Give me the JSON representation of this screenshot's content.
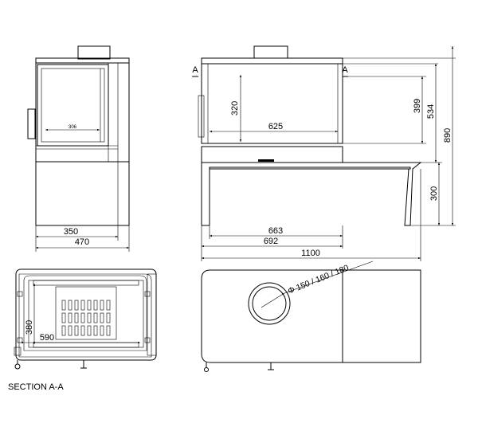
{
  "front_view": {
    "dims": {
      "inner_width": "306",
      "width_350": "350",
      "width_470": "470"
    }
  },
  "side_view": {
    "section_marks": {
      "left": "A",
      "right": "A"
    },
    "dims": {
      "height_320": "320",
      "width_625": "625",
      "height_399": "399",
      "height_534": "534",
      "height_890": "890",
      "height_300": "300",
      "width_663": "663",
      "width_692": "692",
      "width_1100": "1100"
    }
  },
  "section_view": {
    "caption": "SECTION A-A",
    "dims": {
      "height_380": "380",
      "width_590": "590"
    }
  },
  "top_view": {
    "flue_label": "Φ 150 / 160 / 180"
  }
}
